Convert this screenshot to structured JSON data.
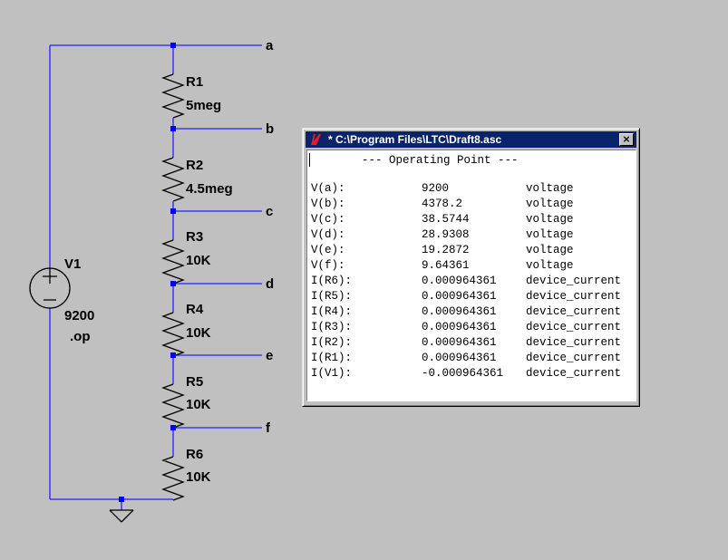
{
  "schematic": {
    "nodes": [
      "a",
      "b",
      "c",
      "d",
      "e",
      "f"
    ],
    "resistors": [
      {
        "name": "R1",
        "value": "5meg"
      },
      {
        "name": "R2",
        "value": "4.5meg"
      },
      {
        "name": "R3",
        "value": "10K"
      },
      {
        "name": "R4",
        "value": "10K"
      },
      {
        "name": "R5",
        "value": "10K"
      },
      {
        "name": "R6",
        "value": "10K"
      }
    ],
    "source": {
      "name": "V1",
      "value": "9200",
      "directive": ".op"
    },
    "wire_color": "#2020ff",
    "junction_color": "#0000ff"
  },
  "op_window": {
    "title": "* C:\\Program Files\\LTC\\Draft8.asc",
    "close_glyph": "×",
    "heading": "--- Operating Point ---",
    "rows": [
      {
        "name": "V(a):",
        "value": "9200",
        "type": "voltage"
      },
      {
        "name": "V(b):",
        "value": "4378.2",
        "type": "voltage"
      },
      {
        "name": "V(c):",
        "value": "38.5744",
        "type": "voltage"
      },
      {
        "name": "V(d):",
        "value": "28.9308",
        "type": "voltage"
      },
      {
        "name": "V(e):",
        "value": "19.2872",
        "type": "voltage"
      },
      {
        "name": "V(f):",
        "value": "9.64361",
        "type": "voltage"
      },
      {
        "name": "I(R6):",
        "value": "0.000964361",
        "type": "device_current"
      },
      {
        "name": "I(R5):",
        "value": "0.000964361",
        "type": "device_current"
      },
      {
        "name": "I(R4):",
        "value": "0.000964361",
        "type": "device_current"
      },
      {
        "name": "I(R3):",
        "value": "0.000964361",
        "type": "device_current"
      },
      {
        "name": "I(R2):",
        "value": "0.000964361",
        "type": "device_current"
      },
      {
        "name": "I(R1):",
        "value": "0.000964361",
        "type": "device_current"
      },
      {
        "name": "I(V1):",
        "value": "-0.000964361",
        "type": "device_current"
      }
    ]
  }
}
